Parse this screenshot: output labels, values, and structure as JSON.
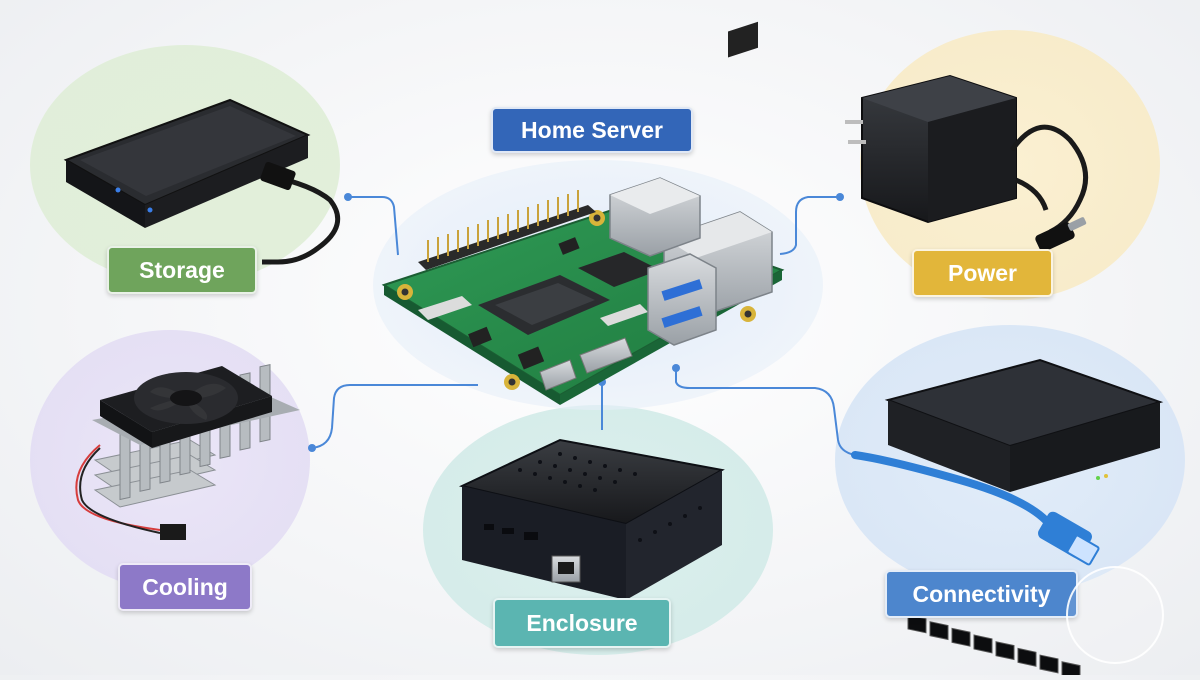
{
  "title": "Home Server",
  "nodes": {
    "storage": "Storage",
    "power": "Power",
    "cooling": "Cooling",
    "enclosure": "Enclosure",
    "connectivity": "Connectivity"
  },
  "colors": {
    "title": "#3366b8",
    "storage": "#6fa45c",
    "power": "#e2b63a",
    "cooling": "#8d79c8",
    "enclosure": "#5bb5b1",
    "connectivity": "#4d86cd",
    "connector": "#4a88d8"
  },
  "icons": [
    "single-board-computer-icon",
    "external-drive-icon",
    "power-adapter-icon",
    "heatsink-fan-icon",
    "mini-pc-case-icon",
    "network-switch-icon"
  ]
}
